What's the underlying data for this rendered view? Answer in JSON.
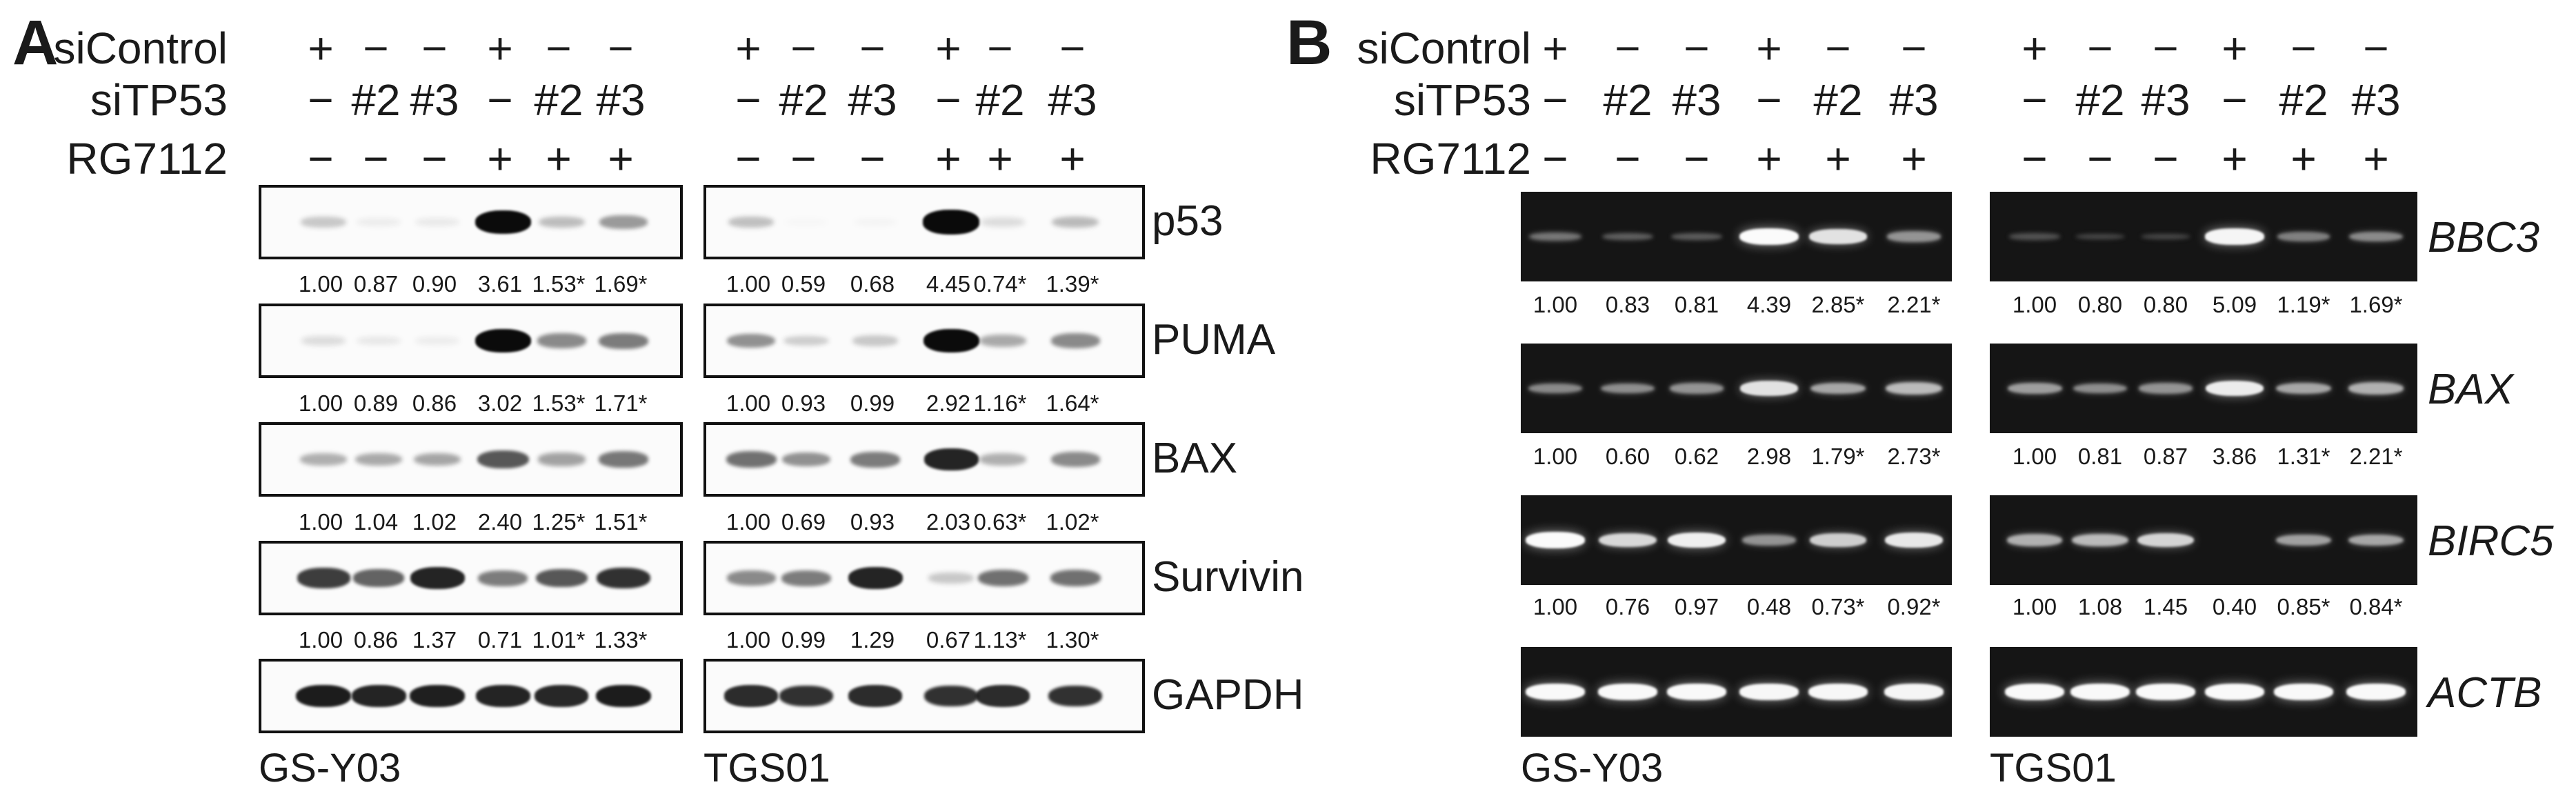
{
  "panel_a": {
    "letter": "A",
    "row_labels": {
      "sicontrol": "siControl",
      "sitp53": "siTP53",
      "rg7112": "RG7112"
    },
    "columns": {
      "sicontrol": [
        "+",
        "−",
        "−",
        "+",
        "−",
        "−"
      ],
      "sitp53": [
        "−",
        "#2",
        "#3",
        "−",
        "#2",
        "#3"
      ],
      "rg7112": [
        "−",
        "−",
        "−",
        "+",
        "+",
        "+"
      ]
    },
    "cell_lines": [
      "GS-Y03",
      "TGS01"
    ],
    "blots": [
      {
        "protein": "p53",
        "intensity": [
          [
            0.2,
            0.06,
            0.07,
            0.95,
            0.25,
            0.38
          ],
          [
            0.24,
            0.02,
            0.03,
            0.98,
            0.12,
            0.26
          ]
        ],
        "quant": [
          [
            "1.00",
            "0.87",
            "0.90",
            "3.61",
            "1.53*",
            "1.69*"
          ],
          [
            "1.00",
            "0.59",
            "0.68",
            "4.45",
            "0.74*",
            "1.39*"
          ]
        ]
      },
      {
        "protein": "PUMA",
        "intensity": [
          [
            0.12,
            0.08,
            0.06,
            0.95,
            0.45,
            0.5
          ],
          [
            0.42,
            0.18,
            0.2,
            0.95,
            0.32,
            0.45
          ]
        ],
        "quant": [
          [
            "1.00",
            "0.89",
            "0.86",
            "3.02",
            "1.53*",
            "1.71*"
          ],
          [
            "1.00",
            "0.93",
            "0.99",
            "2.92",
            "1.16*",
            "1.64*"
          ]
        ]
      },
      {
        "protein": "BAX",
        "intensity": [
          [
            0.3,
            0.32,
            0.34,
            0.65,
            0.35,
            0.52
          ],
          [
            0.55,
            0.42,
            0.5,
            0.85,
            0.3,
            0.45
          ]
        ],
        "quant": [
          [
            "1.00",
            "1.04",
            "1.02",
            "2.40",
            "1.25*",
            "1.51*"
          ],
          [
            "1.00",
            "0.69",
            "0.93",
            "2.03",
            "0.63*",
            "1.02*"
          ]
        ]
      },
      {
        "protein": "Survivin",
        "intensity": [
          [
            0.75,
            0.6,
            0.85,
            0.5,
            0.65,
            0.8
          ],
          [
            0.45,
            0.5,
            0.85,
            0.2,
            0.55,
            0.55
          ]
        ],
        "quant": [
          [
            "1.00",
            "0.86",
            "1.37",
            "0.71",
            "1.01*",
            "1.33*"
          ],
          [
            "1.00",
            "0.99",
            "1.29",
            "0.67",
            "1.13*",
            "1.30*"
          ]
        ]
      },
      {
        "protein": "GAPDH",
        "intensity": [
          [
            0.88,
            0.85,
            0.87,
            0.85,
            0.84,
            0.88
          ],
          [
            0.82,
            0.8,
            0.82,
            0.8,
            0.82,
            0.8
          ]
        ],
        "quant": null
      }
    ]
  },
  "panel_b": {
    "letter": "B",
    "row_labels": {
      "sicontrol": "siControl",
      "sitp53": "siTP53",
      "rg7112": "RG7112"
    },
    "columns": {
      "sicontrol": [
        "+",
        "−",
        "−",
        "+",
        "−",
        "−"
      ],
      "sitp53": [
        "−",
        "#2",
        "#3",
        "−",
        "#2",
        "#3"
      ],
      "rg7112": [
        "−",
        "−",
        "−",
        "+",
        "+",
        "+"
      ]
    },
    "cell_lines": [
      "GS-Y03",
      "TGS01"
    ],
    "gels": [
      {
        "gene": "BBC3",
        "intensity": [
          [
            0.3,
            0.18,
            0.16,
            0.98,
            0.85,
            0.45
          ],
          [
            0.12,
            0.05,
            0.05,
            0.95,
            0.35,
            0.4
          ]
        ],
        "quant": [
          [
            "1.00",
            "0.83",
            "0.81",
            "4.39",
            "2.85*",
            "2.21*"
          ],
          [
            "1.00",
            "0.80",
            "0.80",
            "5.09",
            "1.19*",
            "1.69*"
          ]
        ]
      },
      {
        "gene": "BAX",
        "intensity": [
          [
            0.4,
            0.42,
            0.45,
            0.85,
            0.55,
            0.65
          ],
          [
            0.5,
            0.42,
            0.45,
            0.9,
            0.55,
            0.6
          ]
        ],
        "quant": [
          [
            "1.00",
            "0.60",
            "0.62",
            "2.98",
            "1.79*",
            "2.73*"
          ],
          [
            "1.00",
            "0.81",
            "0.87",
            "3.86",
            "1.31*",
            "2.21*"
          ]
        ]
      },
      {
        "gene": "BIRC5",
        "intensity": [
          [
            0.98,
            0.8,
            0.92,
            0.45,
            0.75,
            0.88
          ],
          [
            0.6,
            0.65,
            0.78,
            0.0,
            0.52,
            0.55
          ]
        ],
        "quant": [
          [
            "1.00",
            "0.76",
            "0.97",
            "0.48",
            "0.73*",
            "0.92*"
          ],
          [
            "1.00",
            "1.08",
            "1.45",
            "0.40",
            "0.85*",
            "0.84*"
          ]
        ]
      },
      {
        "gene": "ACTB",
        "intensity": [
          [
            0.97,
            0.97,
            0.97,
            0.96,
            0.96,
            0.95
          ],
          [
            0.97,
            0.97,
            0.97,
            0.97,
            0.97,
            0.97
          ]
        ],
        "quant": null
      }
    ]
  }
}
